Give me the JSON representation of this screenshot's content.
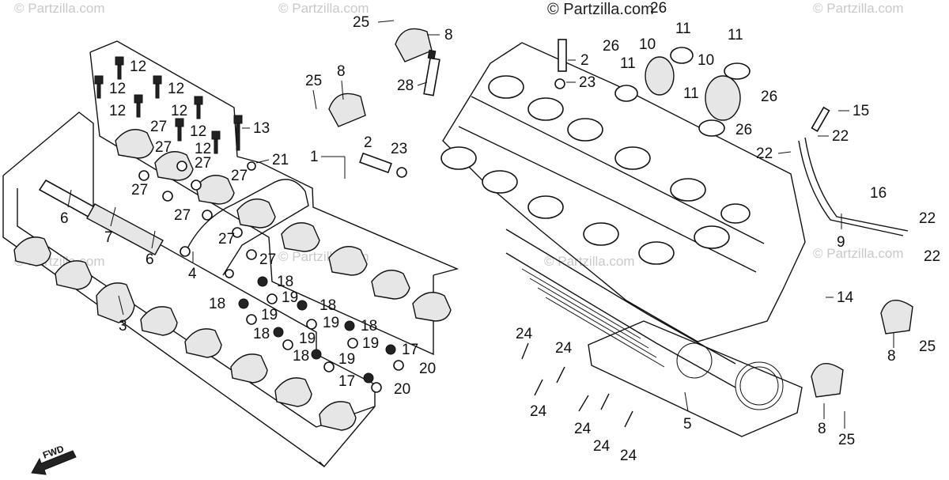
{
  "watermark": {
    "copyright": "© Partzilla.com",
    "faint": "© Partzilla.com"
  },
  "direction_label": "FWD",
  "callouts": [
    "1",
    "2",
    "3",
    "4",
    "5",
    "6",
    "7",
    "8",
    "9",
    "10",
    "11",
    "12",
    "13",
    "14",
    "15",
    "16",
    "17",
    "18",
    "19",
    "20",
    "21",
    "22",
    "23",
    "24",
    "25",
    "26",
    "27",
    "28"
  ]
}
